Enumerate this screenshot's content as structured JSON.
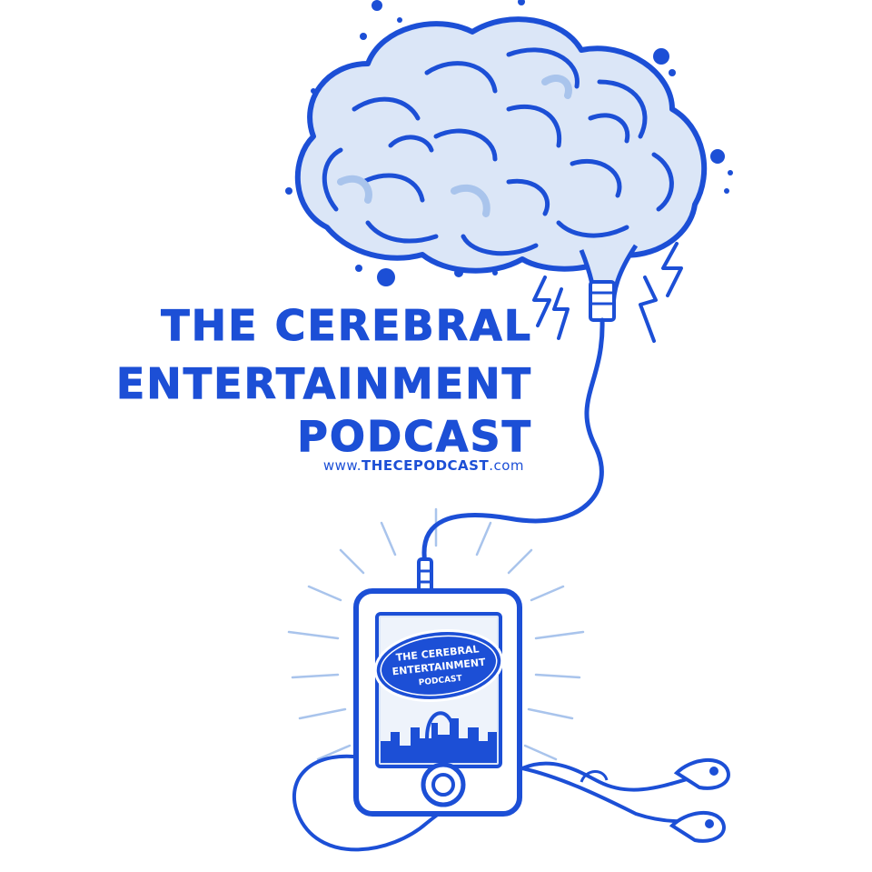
{
  "podcast": {
    "title_line_1": "THE CEREBRAL",
    "title_line_2": "ENTERTAINMENT",
    "title_line_3": "PODCAST",
    "url_prefix": "www.",
    "url_domain": "THECEPODCAST",
    "url_suffix": ".com"
  },
  "player": {
    "badge_line_1": "THE CEREBRAL",
    "badge_line_2": "ENTERTAINMENT",
    "badge_line_3": "PODCAST"
  },
  "colors": {
    "primary": "#1c4fd6",
    "light": "#a9c4ec",
    "pale": "#dbe6f7",
    "background": "#ffffff"
  },
  "icons": {
    "brain": "brain-icon",
    "lightning": "lightning-bolt-icon",
    "player": "music-player-icon",
    "earbuds": "earbuds-icon",
    "skyline": "city-skyline-icon"
  }
}
